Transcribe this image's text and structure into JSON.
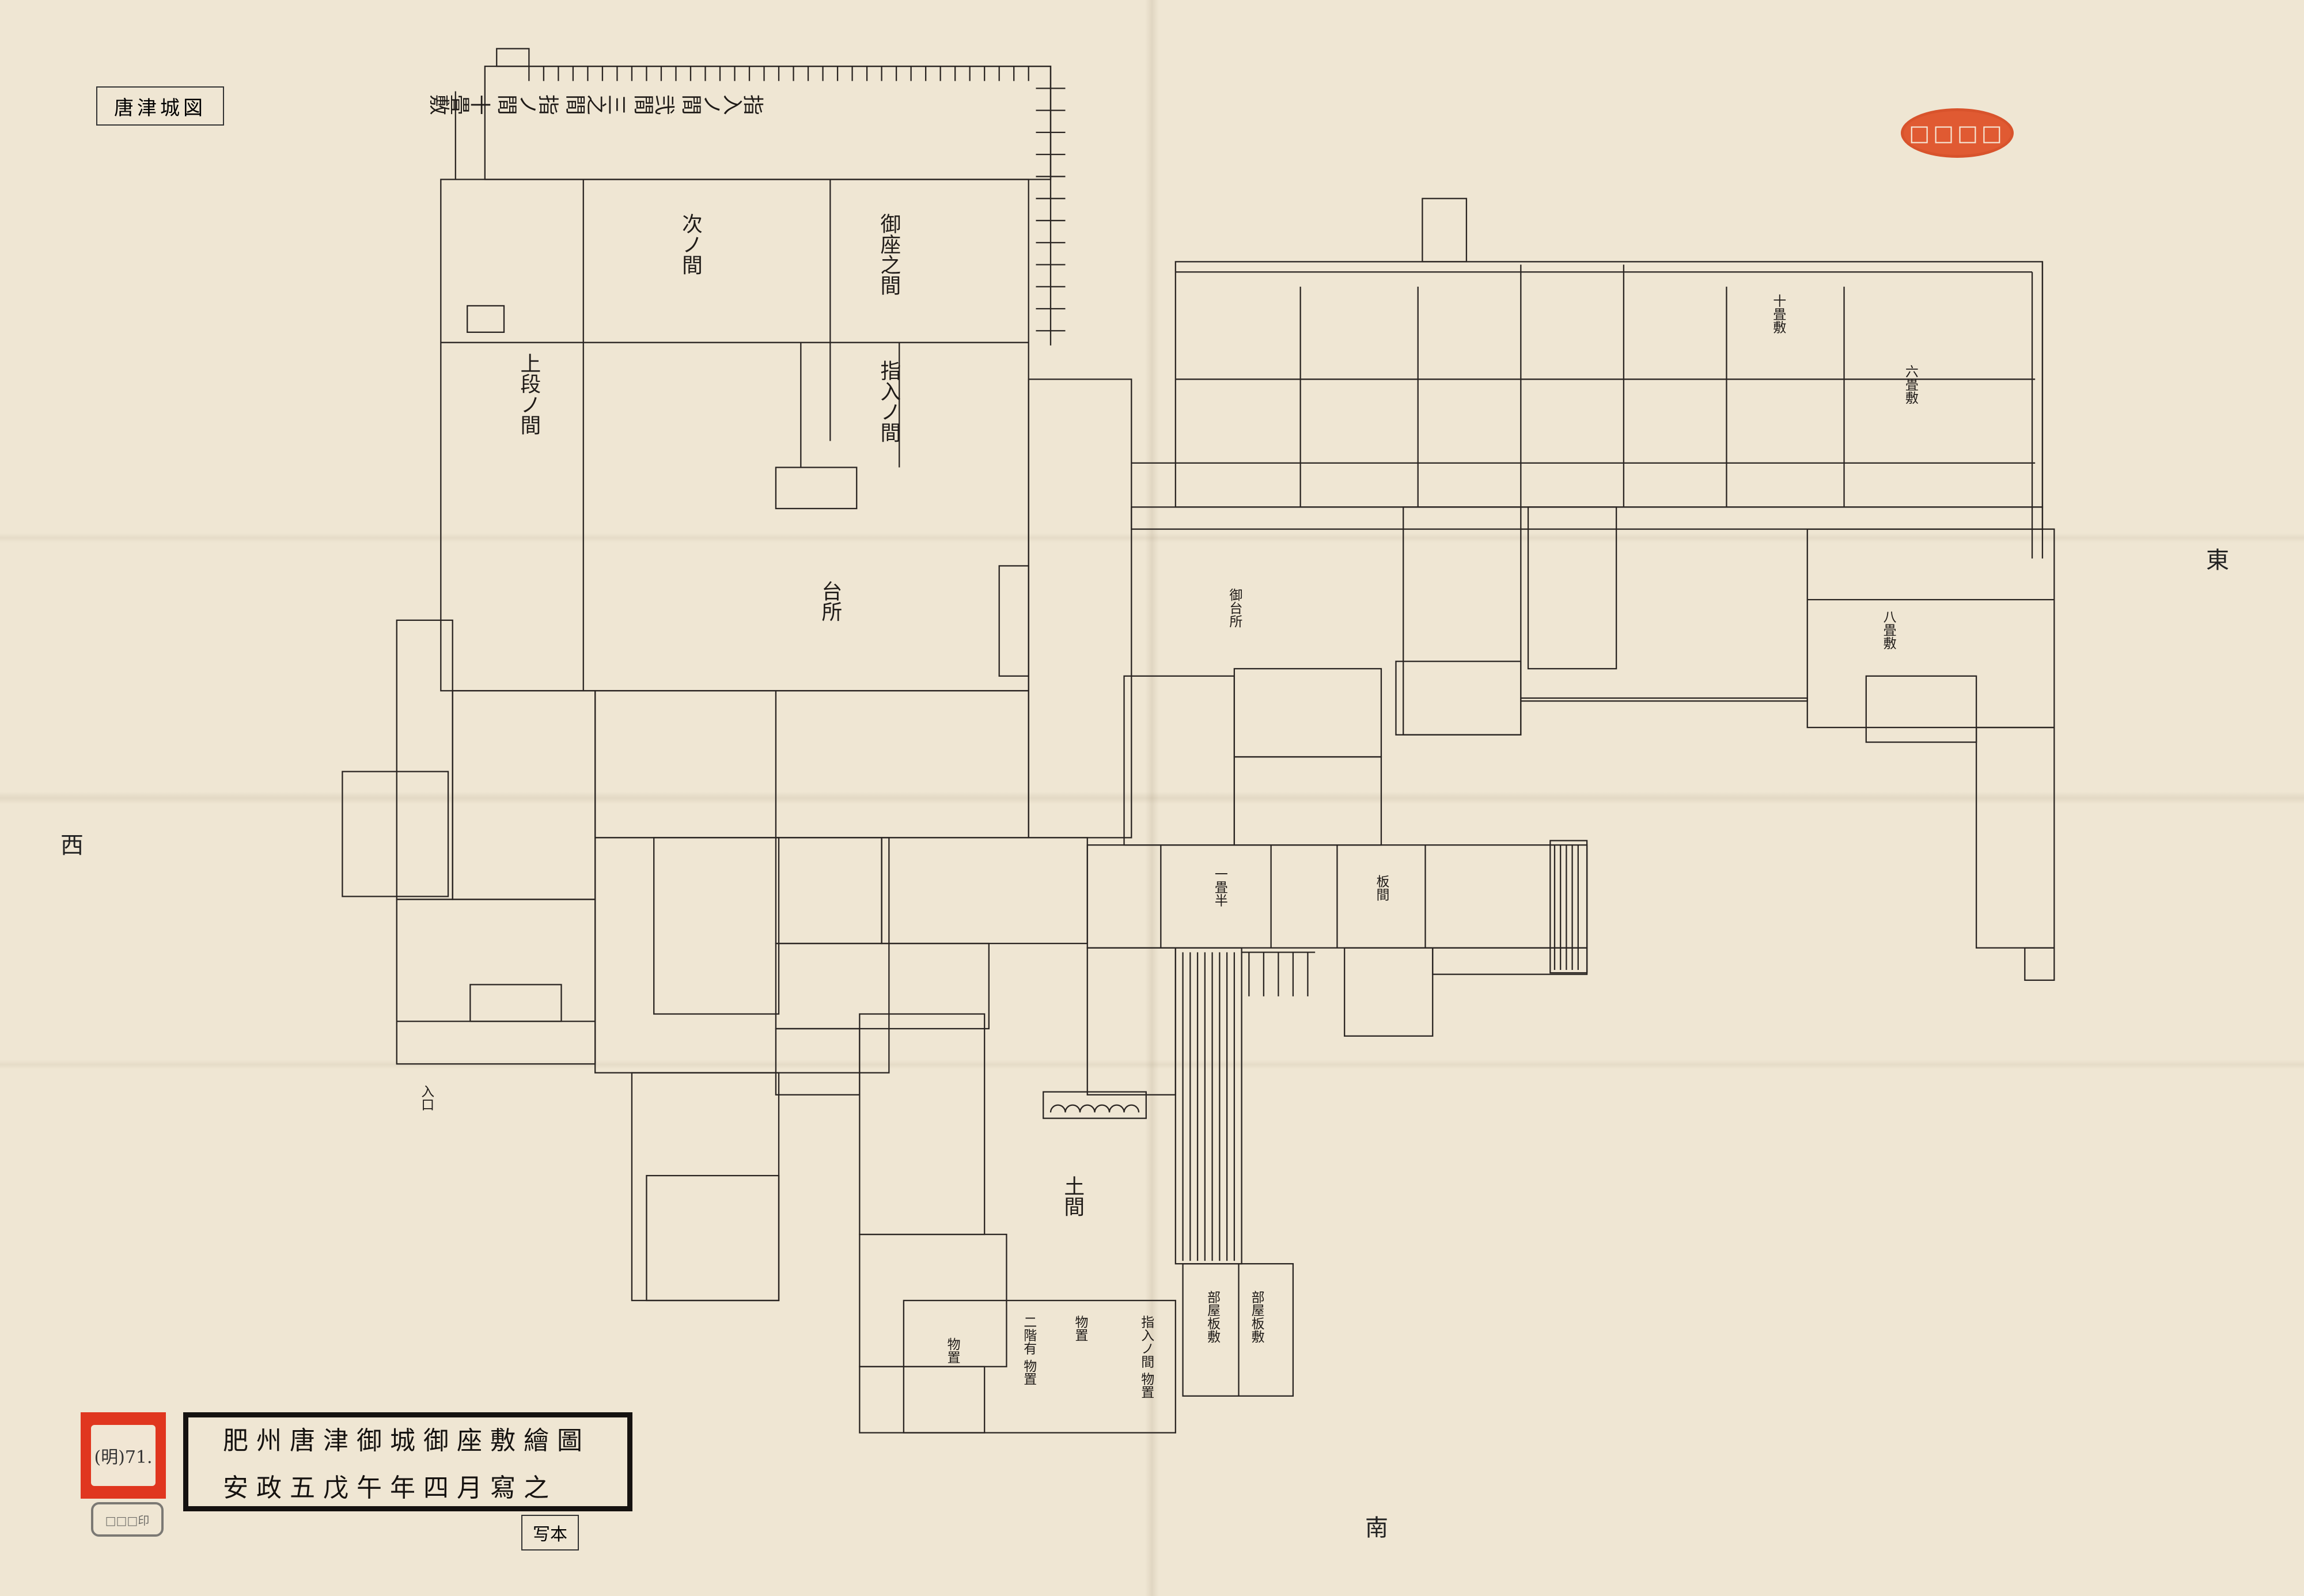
{
  "title_cartouche": {
    "line1": "肥州唐津御城御座敷繪圖",
    "line2": "安政五戊午年四月寫之"
  },
  "copy_note": "写本",
  "corner_label": "唐津城図",
  "catalog_label": "(明)71.",
  "gray_stamp": "□□□印",
  "red_seal": "□□□□",
  "compass": {
    "east": "東",
    "west": "西",
    "south": "南"
  },
  "rooms": [
    "指入ノ間 弐間 三之間 指ノ間 十畳敷",
    "次ノ間",
    "上段ノ間",
    "御座之間",
    "指入ノ間",
    "土間",
    "部屋板敷",
    "部屋板敷",
    "物置",
    "指入ノ間 物置",
    "二階有 物置",
    "物置",
    "台所",
    "一畳半",
    "入口",
    "十畳敷",
    "八畳敷",
    "六畳敷",
    "御台所",
    "板間"
  ]
}
